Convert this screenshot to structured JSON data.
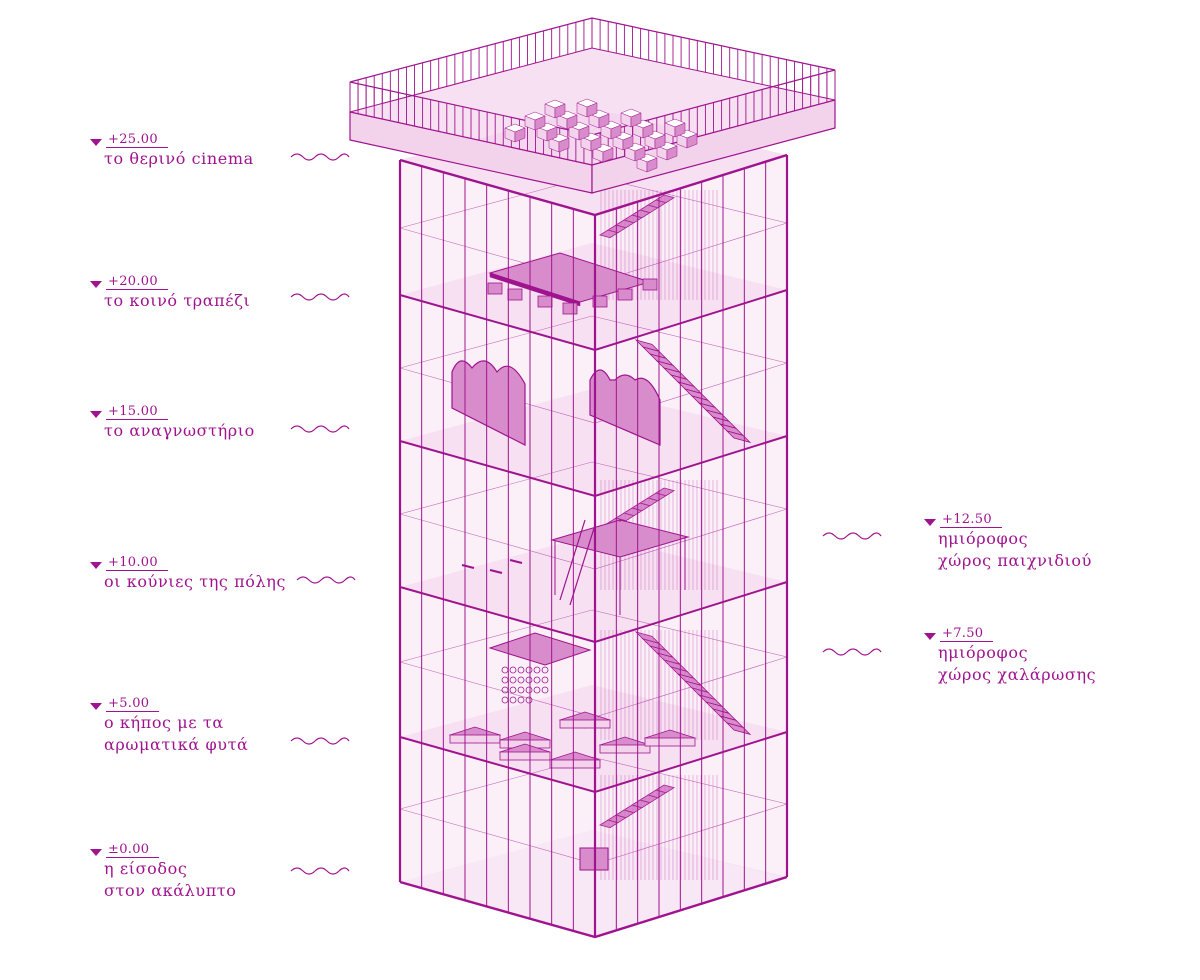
{
  "colors": {
    "accent": "#a0138f",
    "fill": "#f3d3ec",
    "fill_dark": "#d98ccb",
    "bg": "#ffffff"
  },
  "levels_left": [
    {
      "id": "cinema",
      "elevation": "+25.00",
      "lines": [
        "το θερινό cinema"
      ]
    },
    {
      "id": "table",
      "elevation": "+20.00",
      "lines": [
        "το κοινό τραπέζι"
      ]
    },
    {
      "id": "reading",
      "elevation": "+15.00",
      "lines": [
        "το αναγνωστήριο"
      ]
    },
    {
      "id": "swings",
      "elevation": "+10.00",
      "lines": [
        "οι κούνιες της πόλης"
      ]
    },
    {
      "id": "garden",
      "elevation": "+5.00",
      "lines": [
        "ο κήπος με τα",
        "αρωματικά φυτά"
      ]
    },
    {
      "id": "entrance",
      "elevation": "±0.00",
      "lines": [
        "η είσοδος",
        "στον ακάλυπτο"
      ]
    }
  ],
  "levels_right": [
    {
      "id": "mezz-play",
      "elevation": "+12.50",
      "lines": [
        "ημιόροφος",
        "χώρος παιχνιδιού"
      ]
    },
    {
      "id": "mezz-relax",
      "elevation": "+7.50",
      "lines": [
        "ημιόροφος",
        "χώρος χαλάρωσης"
      ]
    }
  ]
}
